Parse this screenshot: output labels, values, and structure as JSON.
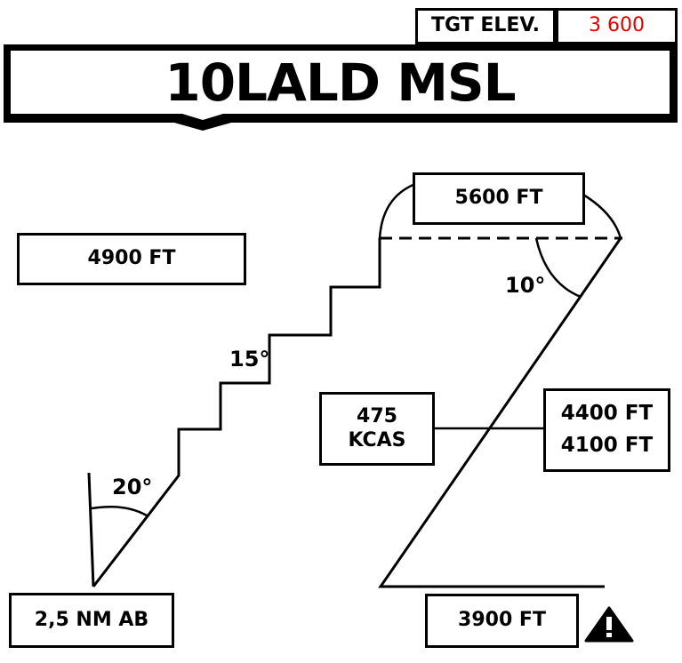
{
  "header": {
    "tgt_label": "TGT ELEV.",
    "tgt_value": "3 600",
    "tgt_value_color": "#e00000",
    "title": "10LALD MSL"
  },
  "altitudes": {
    "apex": "5600 FT",
    "left": "4900 FT",
    "gate_line1": "4400 FT",
    "gate_line2": "4100 FT",
    "release": "3900 FT"
  },
  "speed": {
    "line1": "475",
    "line2": "KCAS"
  },
  "start": {
    "label": "2,5 NM AB"
  },
  "angles": {
    "dive": "10°",
    "climb_step": "15°",
    "initial": "20°"
  },
  "icons": {
    "warning": "warning-triangle-icon"
  }
}
